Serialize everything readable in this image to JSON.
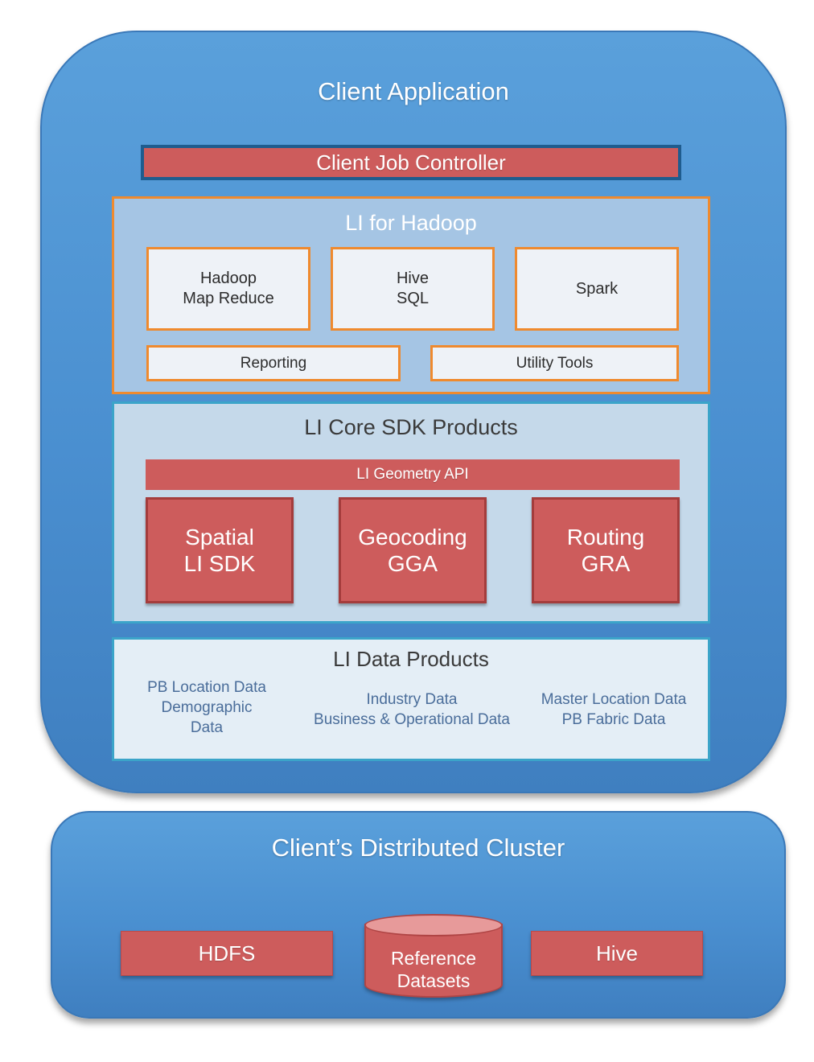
{
  "client_application": {
    "title": "Client Application",
    "job_controller": "Client Job Controller",
    "hadoop": {
      "title": "LI for Hadoop",
      "components": [
        {
          "lines": [
            "Hadoop",
            "Map Reduce"
          ]
        },
        {
          "lines": [
            "Hive",
            "SQL"
          ]
        },
        {
          "lines": [
            "Spark"
          ]
        }
      ],
      "bars": [
        "Reporting",
        "Utility Tools"
      ]
    },
    "core_sdk": {
      "title": "LI Core SDK Products",
      "geometry_api": "LI Geometry API",
      "products": [
        {
          "lines": [
            "Spatial",
            "LI SDK"
          ]
        },
        {
          "lines": [
            "Geocoding",
            "GGA"
          ]
        },
        {
          "lines": [
            "Routing",
            "GRA"
          ]
        }
      ]
    },
    "data_products": {
      "title": "LI Data Products",
      "groups": [
        {
          "lines": [
            "PB Location Data",
            "Demographic",
            "Data"
          ]
        },
        {
          "lines": [
            "Industry Data",
            "Business & Operational Data"
          ]
        },
        {
          "lines": [
            "Master Location Data",
            "PB Fabric Data"
          ]
        }
      ]
    }
  },
  "cluster": {
    "title": "Client’s Distributed Cluster",
    "hdfs": "HDFS",
    "reference": {
      "lines": [
        "Reference",
        "Datasets"
      ]
    },
    "hive": "Hive"
  },
  "colors": {
    "panel_blue": "#4a8fd0",
    "red": "#cd5c5c",
    "orange_border": "#ef8a2e",
    "teal_border": "#3ba4c9"
  }
}
